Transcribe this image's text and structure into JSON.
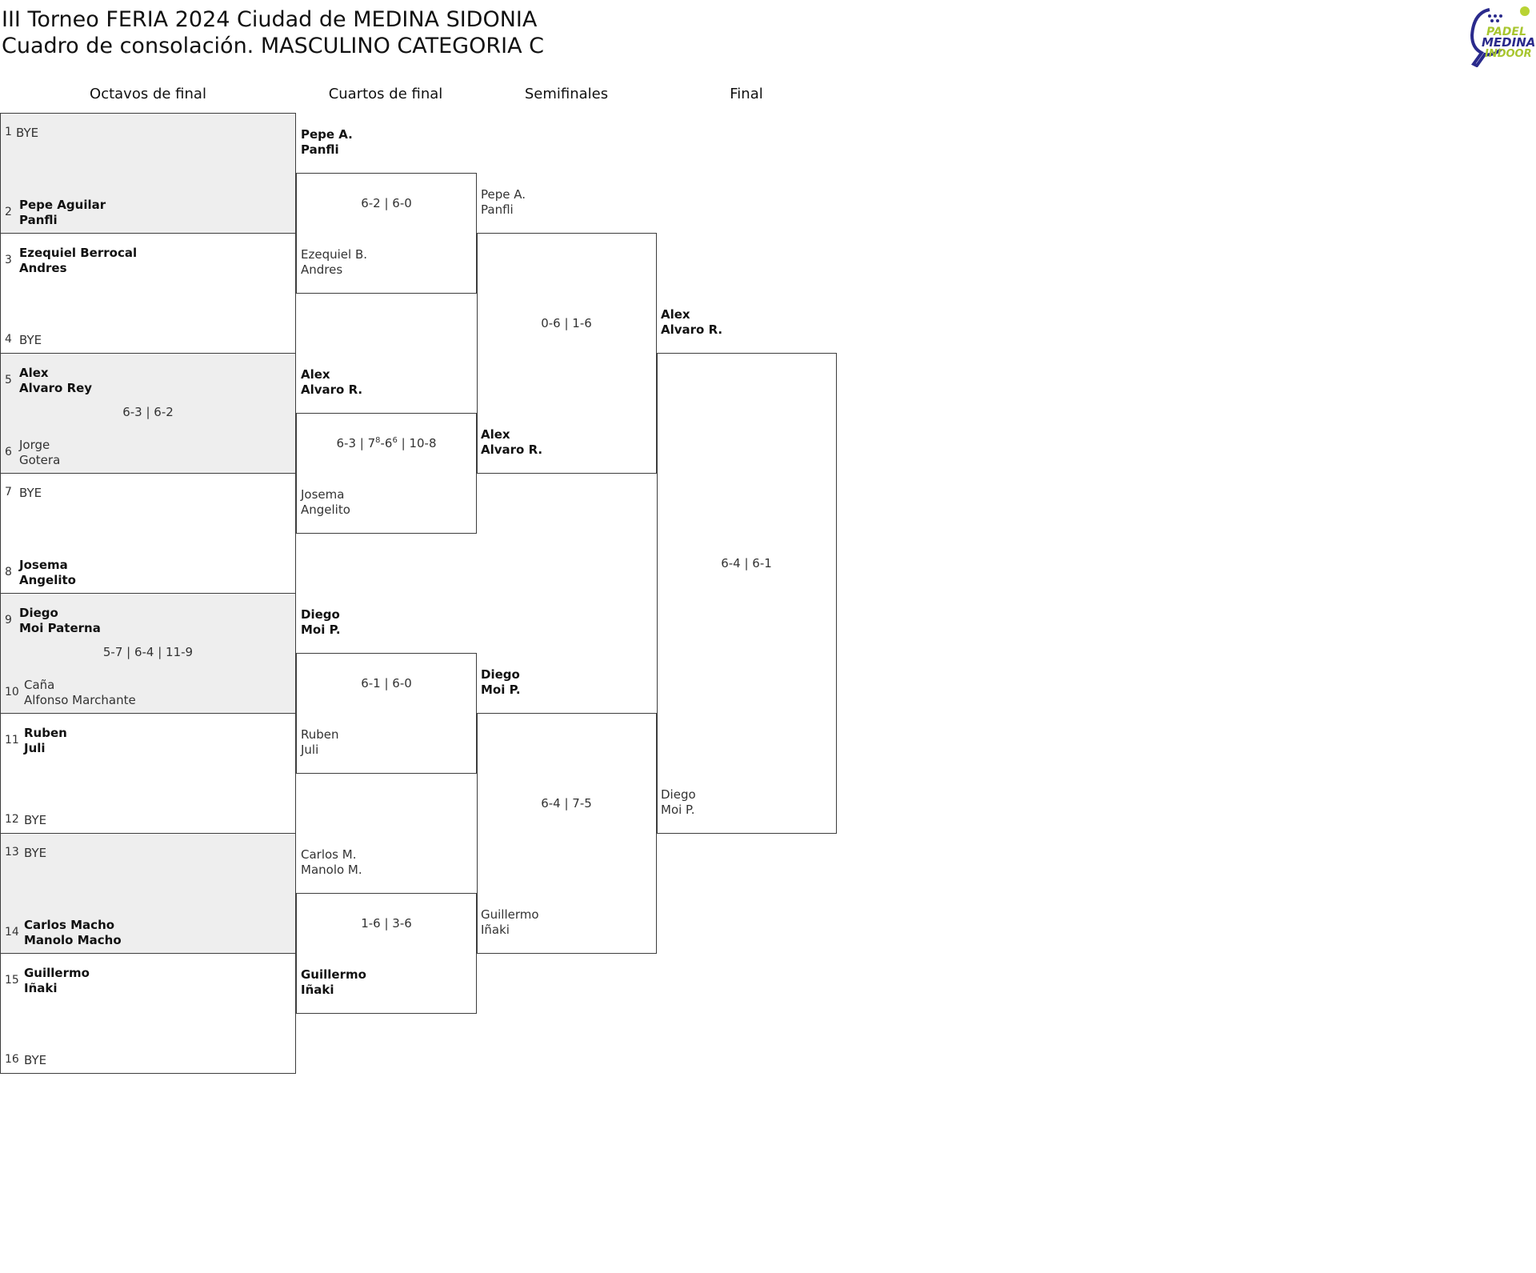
{
  "header": {
    "title_line1": "III Torneo FERIA 2024 Ciudad de MEDINA SIDONIA",
    "title_line2": "Cuadro de consolación. MASCULINO CATEGORIA C",
    "logo_text": [
      "PADEL",
      "MEDINA",
      "INDOOR"
    ]
  },
  "rounds": [
    "Octavos de final",
    "Cuartos de final",
    "Semifinales",
    "Final"
  ],
  "octavos": {
    "slots": [
      {
        "num": "1",
        "players": [
          "BYE"
        ],
        "winner": false
      },
      {
        "num": "2",
        "players": [
          "Pepe Aguilar",
          "Panfli"
        ],
        "winner": true
      },
      {
        "num": "3",
        "players": [
          "Ezequiel Berrocal",
          "Andres"
        ],
        "winner": true
      },
      {
        "num": "4",
        "players": [
          "BYE"
        ],
        "winner": false
      },
      {
        "num": "5",
        "players": [
          "Alex",
          "Alvaro Rey"
        ],
        "winner": true
      },
      {
        "num": "6",
        "players": [
          "Jorge",
          "Gotera"
        ],
        "winner": false
      },
      {
        "num": "7",
        "players": [
          "BYE"
        ],
        "winner": false
      },
      {
        "num": "8",
        "players": [
          "Josema",
          "Angelito"
        ],
        "winner": true
      },
      {
        "num": "9",
        "players": [
          "Diego",
          "Moi Paterna"
        ],
        "winner": true
      },
      {
        "num": "10",
        "players": [
          "Caña",
          "Alfonso Marchante"
        ],
        "winner": false
      },
      {
        "num": "11",
        "players": [
          "Ruben",
          "Juli"
        ],
        "winner": true
      },
      {
        "num": "12",
        "players": [
          "BYE"
        ],
        "winner": false
      },
      {
        "num": "13",
        "players": [
          "BYE"
        ],
        "winner": false
      },
      {
        "num": "14",
        "players": [
          "Carlos Macho",
          "Manolo Macho"
        ],
        "winner": true
      },
      {
        "num": "15",
        "players": [
          "Guillermo",
          "Iñaki"
        ],
        "winner": true
      },
      {
        "num": "16",
        "players": [
          "BYE"
        ],
        "winner": false
      }
    ],
    "scores": [
      "",
      "",
      "6-3 | 6-2",
      "",
      "5-7 | 6-4 | 11-9",
      "",
      "",
      ""
    ]
  },
  "cuartos": {
    "slots": [
      {
        "players": [
          "Pepe A.",
          "Panfli"
        ],
        "winner": true
      },
      {
        "players": [
          "Ezequiel B.",
          "Andres"
        ],
        "winner": false
      },
      {
        "players": [
          "Alex",
          "Alvaro R."
        ],
        "winner": true
      },
      {
        "players": [
          "Josema",
          "Angelito"
        ],
        "winner": false
      },
      {
        "players": [
          "Diego",
          "Moi P."
        ],
        "winner": true
      },
      {
        "players": [
          "Ruben",
          "Juli"
        ],
        "winner": false
      },
      {
        "players": [
          "Carlos M.",
          "Manolo M."
        ],
        "winner": false
      },
      {
        "players": [
          "Guillermo",
          "Iñaki"
        ],
        "winner": true
      }
    ],
    "scores": [
      {
        "text": "6-2 | 6-0"
      },
      {
        "parts": [
          "6-3 | 7",
          "8",
          "-6",
          "6",
          " | 10-8"
        ]
      },
      {
        "text": "6-1 | 6-0"
      },
      {
        "text": "1-6 | 3-6"
      }
    ]
  },
  "semis": {
    "slots": [
      {
        "players": [
          "Pepe A.",
          "Panfli"
        ],
        "winner": false
      },
      {
        "players": [
          "Alex",
          "Alvaro R."
        ],
        "winner": true
      },
      {
        "players": [
          "Diego",
          "Moi P."
        ],
        "winner": true
      },
      {
        "players": [
          "Guillermo",
          "Iñaki"
        ],
        "winner": false
      }
    ],
    "scores": [
      "0-6 | 1-6",
      "6-4 | 7-5"
    ]
  },
  "final": {
    "slots": [
      {
        "players": [
          "Alex",
          "Alvaro R."
        ],
        "winner": true
      },
      {
        "players": [
          "Diego",
          "Moi P."
        ],
        "winner": false
      }
    ],
    "scores": [
      "6-4 | 6-1"
    ]
  }
}
